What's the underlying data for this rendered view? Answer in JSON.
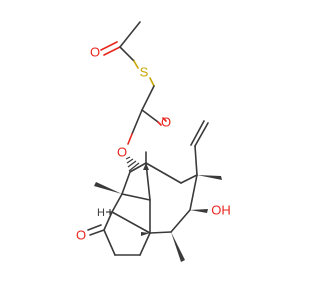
{
  "molecule": {
    "atom_labels": {
      "thioester_carbonyl_o": "O",
      "sulfur": "S",
      "ester_carbonyl_o": "O",
      "ester_o": "O",
      "ketone_o": "O",
      "hydroxyl": "OH",
      "stereo_h": "H"
    },
    "element_colors": {
      "oxygen": "#e8261e",
      "sulfur": "#c9a400",
      "carbon_bond": "#3a3a3a"
    }
  }
}
